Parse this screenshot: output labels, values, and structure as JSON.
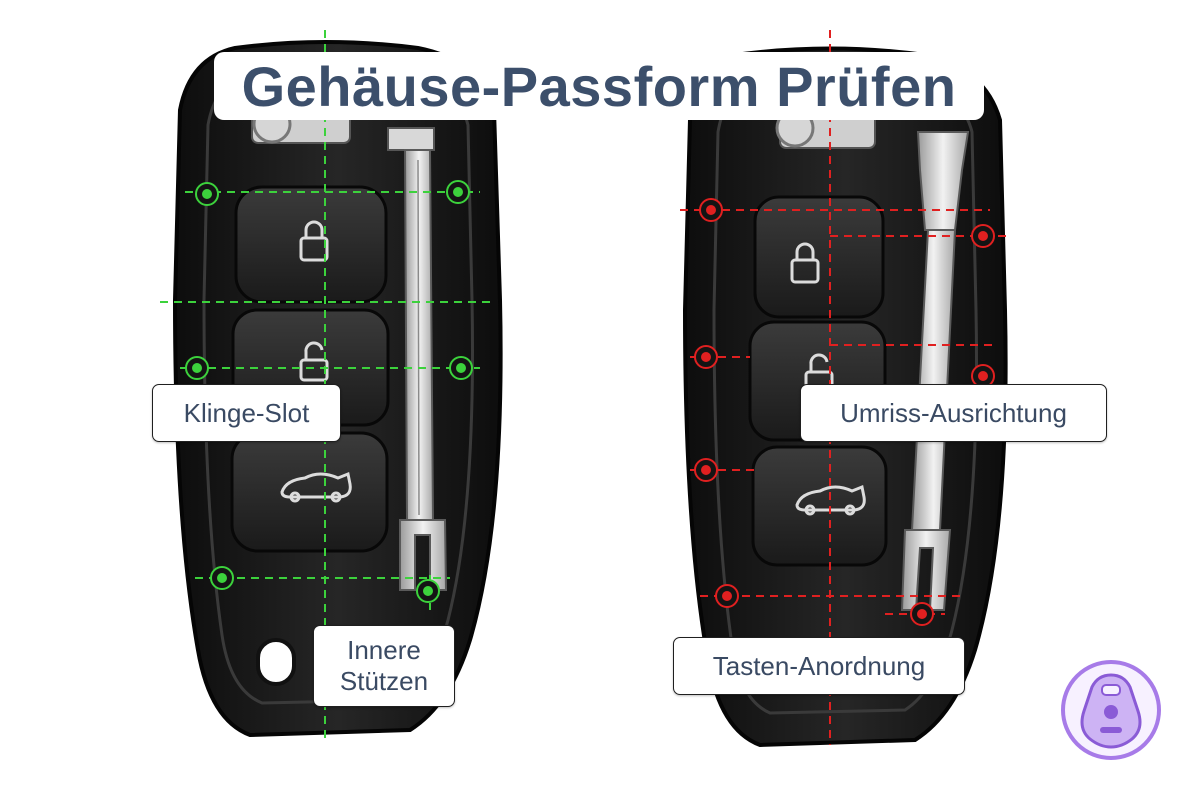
{
  "title": "Gehäuse-Passform Prüfen",
  "labels": {
    "blade_slot": "Klinge-Slot",
    "inner_supports_line1": "Innere",
    "inner_supports_line2": "Stützen",
    "outline_alignment": "Umriss-Ausrichtung",
    "button_layout": "Tasten-Anordnung"
  },
  "icons": {
    "button_top": "lock-closed-icon",
    "button_middle": "lock-open-icon",
    "button_bottom": "car-trunk-icon",
    "badge": "key-fob-logo-icon"
  },
  "colors": {
    "title": "#3c4f6b",
    "label_text": "#3a4a63",
    "guide_left": "#3cd23c",
    "guide_right": "#e02020",
    "logo": "#a77be8"
  }
}
